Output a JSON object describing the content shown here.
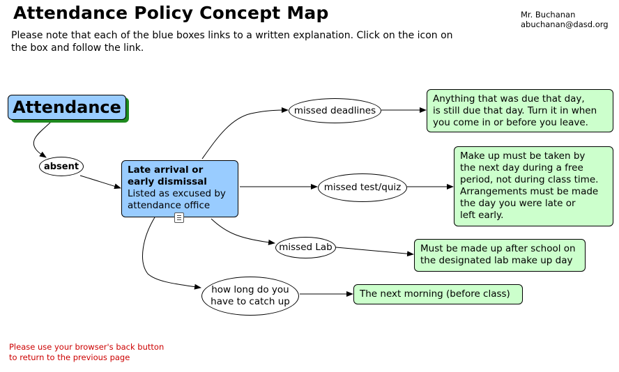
{
  "header": {
    "title": "Attendance Policy Concept Map",
    "intro": "Please note that each of the blue boxes links to a written explanation. Click on the icon on the box and follow the link.",
    "author_name": "Mr. Buchanan",
    "author_email": "abuchanan@dasd.org"
  },
  "map": {
    "root": "Attendance",
    "absent": "absent",
    "late_title_line1": "Late arrival or",
    "late_title_line2": "early dismissal",
    "late_sub_line1": "Listed as excused by",
    "late_sub_line2": "attendance office",
    "missed_deadlines": "missed deadlines",
    "missed_test": "missed test/quiz",
    "missed_lab": "missed Lab",
    "catch_up_line1": "how long do you",
    "catch_up_line2": "have to catch up",
    "deadlines_note": [
      "Anything that was due that day,",
      "is still due that day. Turn it in when",
      "you come in or before you leave."
    ],
    "test_note": [
      "Make up must be taken by",
      "the next day during a free",
      "period, not during class time.",
      "Arrangements must be made",
      "the day you were late or",
      "left early."
    ],
    "lab_note": [
      "Must be made up after school on",
      "the designated lab make up day"
    ],
    "catch_up_note": "The next morning (before class)",
    "icon": "document-icon",
    "colors": {
      "blue_box": "#99ccff",
      "green_box": "#ccffcc",
      "root_shadow": "#1f8a1f"
    }
  },
  "footer": {
    "line1": "Please use your browser's back button",
    "line2": "to return to the previous page"
  }
}
